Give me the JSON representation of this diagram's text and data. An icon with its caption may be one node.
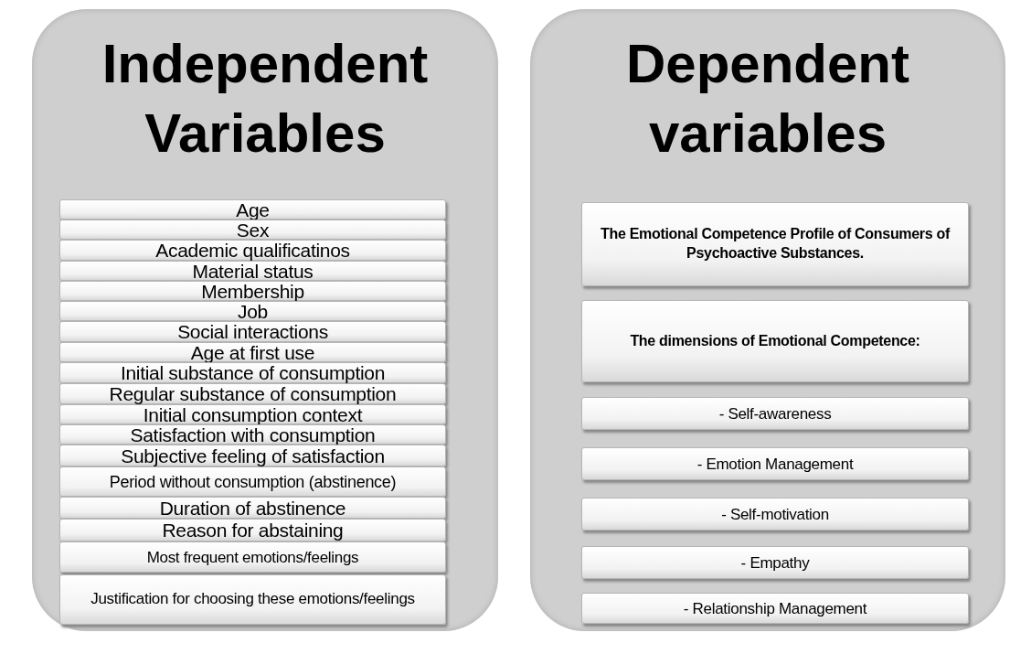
{
  "diagram": {
    "nodes": [
      {
        "text": [
          "Independent Variables"
        ]
      },
      {
        "text": [
          "Age"
        ],
        "in": 0
      },
      {
        "text": [
          "Sex"
        ],
        "in": 0
      },
      {
        "text": [
          "Academic qualificatinos"
        ],
        "in": 0
      },
      {
        "text": [
          "Material status"
        ],
        "in": 0
      },
      {
        "text": [
          "Membership"
        ],
        "in": 0
      },
      {
        "text": [
          "Job"
        ],
        "in": 0
      },
      {
        "text": [
          "Social interactions"
        ],
        "in": 0
      },
      {
        "text": [
          "Age at first use"
        ],
        "in": 0
      },
      {
        "text": [
          "Initial substance of consumption"
        ],
        "in": 0
      },
      {
        "text": [
          "Regular substance of consumption"
        ],
        "in": 0
      },
      {
        "text": [
          "Initial consumption context"
        ],
        "in": 0
      },
      {
        "text": [
          "Satisfaction with consumption"
        ],
        "in": 0
      },
      {
        "text": [
          "Subjective feeling of satisfaction"
        ],
        "in": 0
      },
      {
        "text": [
          "Period without consumption (abstinence)"
        ],
        "in": 0
      },
      {
        "text": [
          "Duration of abstinence"
        ],
        "in": 0
      },
      {
        "text": [
          "Reason for abstaining"
        ],
        "in": 0
      },
      {
        "text": [
          "Most frequent emotions/feelings"
        ],
        "in": 0
      },
      {
        "text": [
          "Justification for choosing these emotions/feelings"
        ],
        "in": 0
      },
      {
        "text": [
          "Dependent variables"
        ]
      },
      {
        "text": [
          "The Emotional Competence Profile of Consumers of Psychoactive Substances."
        ],
        "in": 19
      },
      {
        "text": [
          "The dimensions of Emotional Competence:"
        ],
        "in": 19
      },
      {
        "text": [
          "- Self-awareness"
        ],
        "in": 19
      },
      {
        "text": [
          "- Emotion Management"
        ],
        "in": 19
      },
      {
        "text": [
          "- Self-motivation"
        ],
        "in": 19
      },
      {
        "text": [
          "- Empathy"
        ],
        "in": 19
      },
      {
        "text": [
          "- Relationship Management"
        ],
        "in": 19
      }
    ]
  }
}
